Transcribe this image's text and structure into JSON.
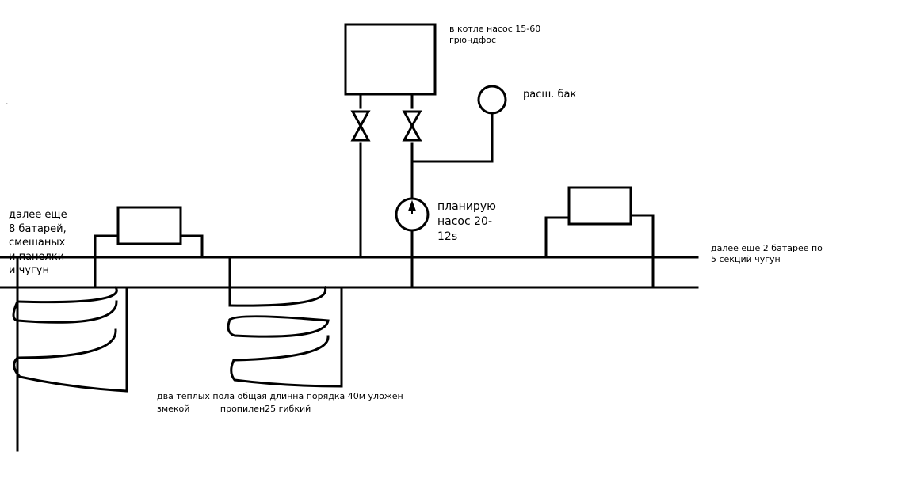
{
  "labels": {
    "boiler_pump": "в котле насос  15-60\nгрюндфос",
    "expansion_tank": "расш. бак",
    "planned_pump": "планирую\nнасос   20-\n12s",
    "left_batteries": "далее еще\n8 батарей,\nсмешаных\nи панелки\nи чугун",
    "right_batteries": "далее еще 2 батарее  по\n5 секций чугун",
    "floor_heating_line1": "два теплых пола общая длинна порядка 40м  уложен",
    "floor_heating_line2": "змекой           пропилен25 гибкий",
    "dot": "."
  }
}
